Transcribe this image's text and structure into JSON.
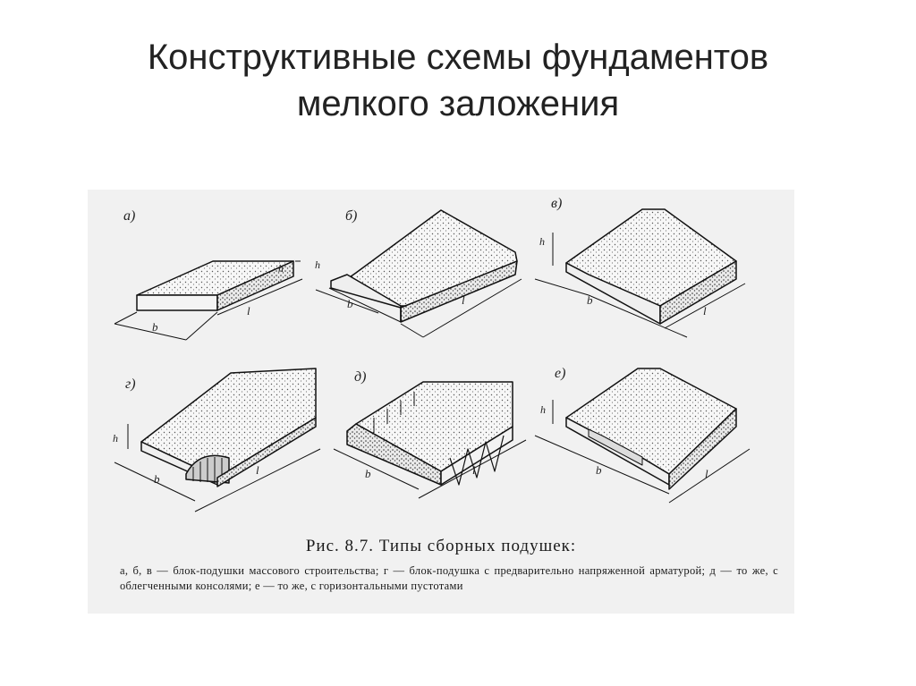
{
  "title": {
    "line1": "Конструктивные схемы фундаментов",
    "line2": "мелкого заложения"
  },
  "figure": {
    "panel_labels": [
      "а)",
      "б)",
      "в)",
      "г)",
      "д)",
      "е)"
    ],
    "dimension_labels": {
      "b": "b",
      "l": "l",
      "h": "h"
    },
    "caption_title": "Рис. 8.7. Типы сборных подушек:",
    "caption_text": "а, б, в — блок-подушки массового строительства; г — блок-подушка с предварительно напряженной арматурой; д — то же, с облегченными консолями; е — то же, с горизонтальными пустотами"
  }
}
